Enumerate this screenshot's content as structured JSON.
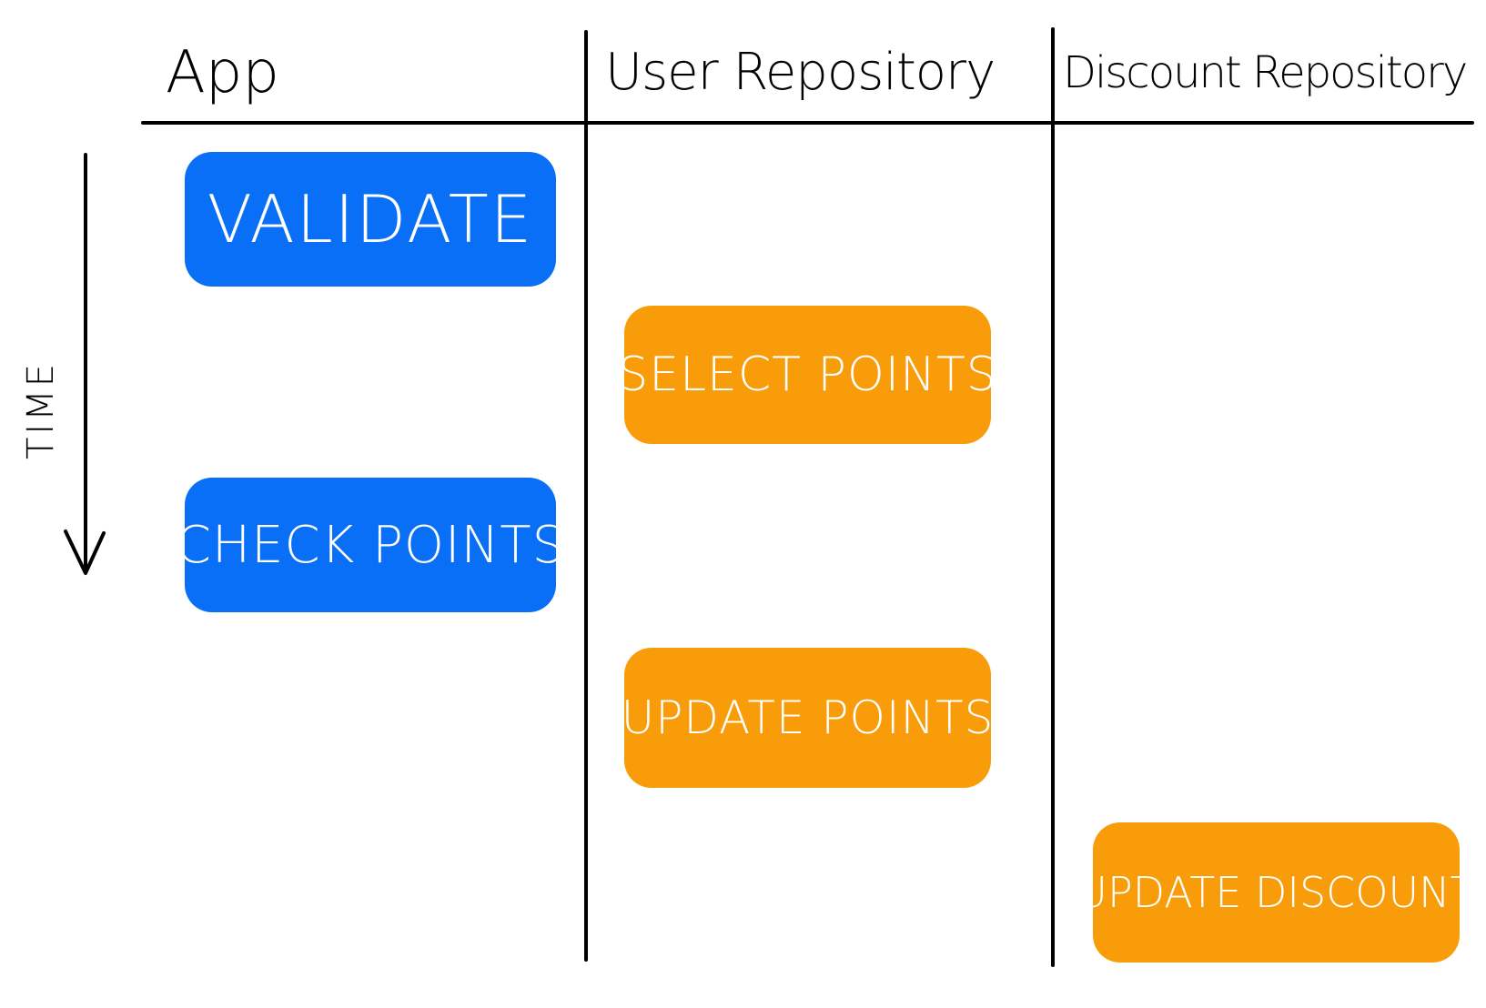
{
  "columns": {
    "app": "App",
    "user_repository": "User Repository",
    "discount_repository": "Discount Repository"
  },
  "time_axis": {
    "label": "TIME",
    "direction": "down"
  },
  "boxes": {
    "validate": "VALIDATE",
    "check_points": "CHECK POINTS",
    "select_points": "SELECT POINTS",
    "update_points": "UPDATE POINTS",
    "update_discount": "UPDATE DISCOUNT"
  },
  "colors": {
    "app_box": "#0a6ff7",
    "repository_box": "#f89c0a",
    "text_on_box": "#ffffff",
    "lines": "#000000"
  }
}
